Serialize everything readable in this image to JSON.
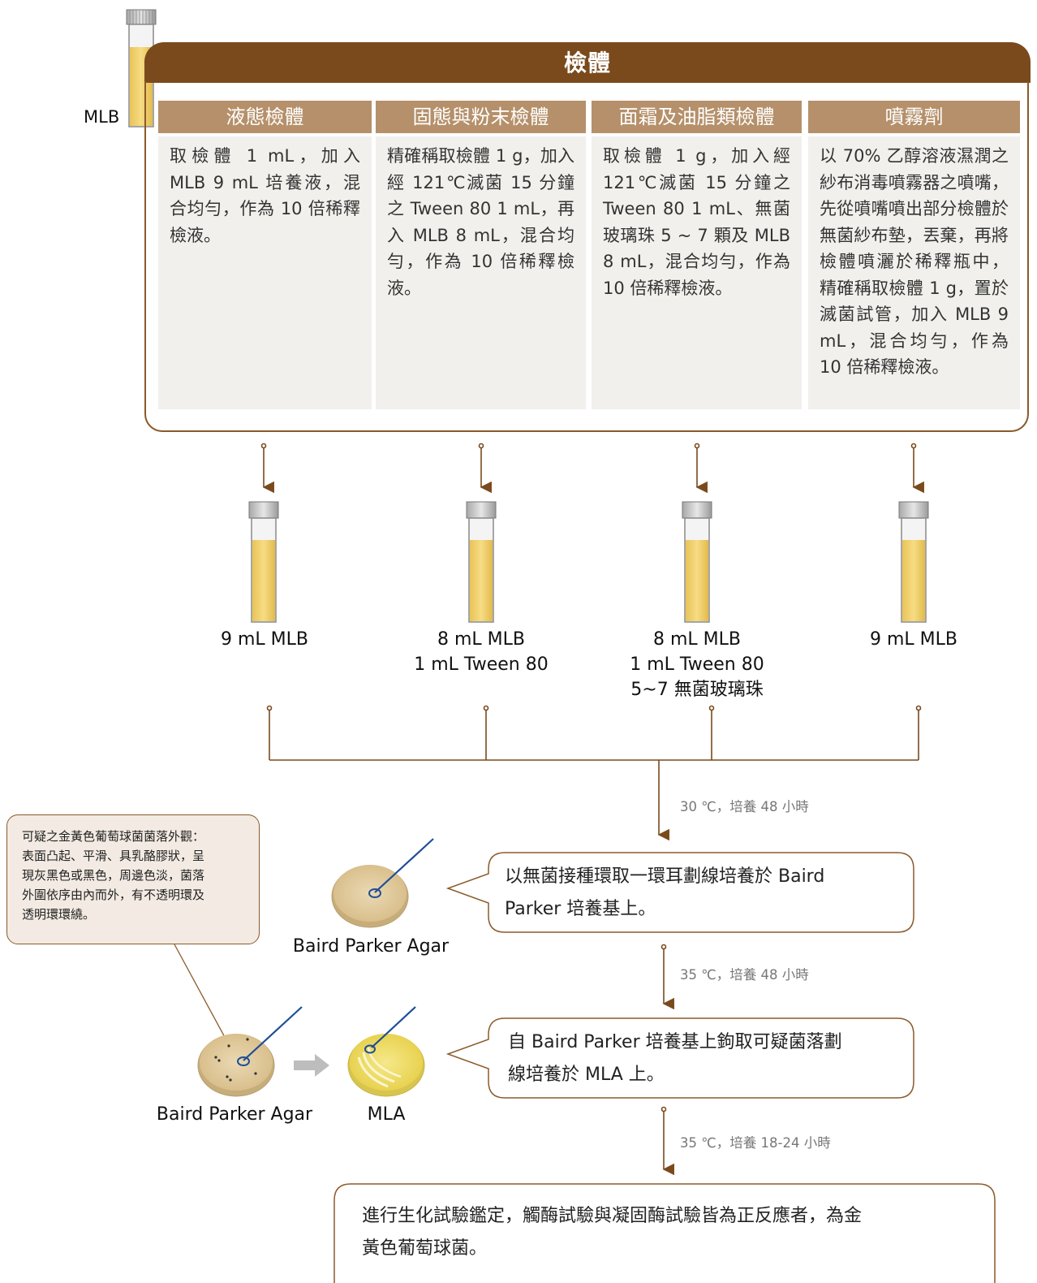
{
  "header": {
    "title": "檢體"
  },
  "mlb_label": "MLB",
  "columns": [
    {
      "title": "液態檢體",
      "text": "取檢體 1 mL，加入 MLB 9 mL 培養液，混合均勻，作為 10 倍稀釋檢液。"
    },
    {
      "title": "固態與粉末檢體",
      "text": "精確稱取檢體 1 g，加入經 121℃滅菌 15 分鐘之 Tween 80 1 mL，再入 MLB 8 mL，混合均勻，作為 10 倍稀釋檢液。"
    },
    {
      "title": "面霜及油脂類檢體",
      "text": "取檢體 1 g，加入經 121℃滅菌 15 分鐘之 Tween 80 1 mL、無菌玻璃珠 5 ~ 7 顆及 MLB 8 mL，混合均勻，作為 10 倍稀釋檢液。"
    },
    {
      "title": "噴霧劑",
      "text": "以 70% 乙醇溶液濕潤之紗布消毒噴霧器之噴嘴，先從噴嘴噴出部分檢體於無菌紗布墊，丟棄，再將檢體噴灑於稀釋瓶中， 精確稱取檢體 1 g，置於滅菌試管，加入 MLB 9 mL，混合均勻，作為 10 倍稀釋檢液。"
    }
  ],
  "tubes": [
    {
      "lines": [
        "9 mL MLB"
      ]
    },
    {
      "lines": [
        "8 mL MLB",
        "1 mL Tween 80"
      ]
    },
    {
      "lines": [
        "8 mL MLB",
        "1 mL Tween 80",
        "5~7 無菌玻璃珠"
      ]
    },
    {
      "lines": [
        "9 mL MLB"
      ]
    }
  ],
  "steps": {
    "incubation_1": "30 ℃，培養 48 小時",
    "incubation_2": "35 ℃，培養 48 小時",
    "incubation_3": "35 ℃，培養 18-24 小時"
  },
  "bubbles": {
    "streak_bp": [
      "以無菌接種環取一環耳劃線培養於 Baird",
      "Parker 培養基上。"
    ],
    "streak_mla": [
      "自 Baird Parker 培養基上鉤取可疑菌落劃",
      "線培養於 MLA 上。"
    ],
    "final": [
      "進行生化試驗鑑定，觸酶試驗與凝固酶試驗皆為正反應者，為金",
      "黃色葡萄球菌。"
    ]
  },
  "callout": {
    "lines": [
      "可疑之金黃色葡萄球菌菌落外觀：",
      "表面凸起、平滑、具乳酪膠狀，呈",
      "現灰黑色或黑色，周邊色淡，菌落",
      "外圍依序由內而外，有不透明環及",
      "透明環環繞。"
    ]
  },
  "plates": {
    "bp_top": "Baird Parker Agar",
    "bp_bottom": "Baird Parker Agar",
    "mla": "MLA"
  },
  "colors": {
    "brown": "#7a4a1d",
    "header_tan": "#b5906a",
    "medium_yellow": "#f0d26a",
    "loop_blue": "#1f4e96"
  }
}
